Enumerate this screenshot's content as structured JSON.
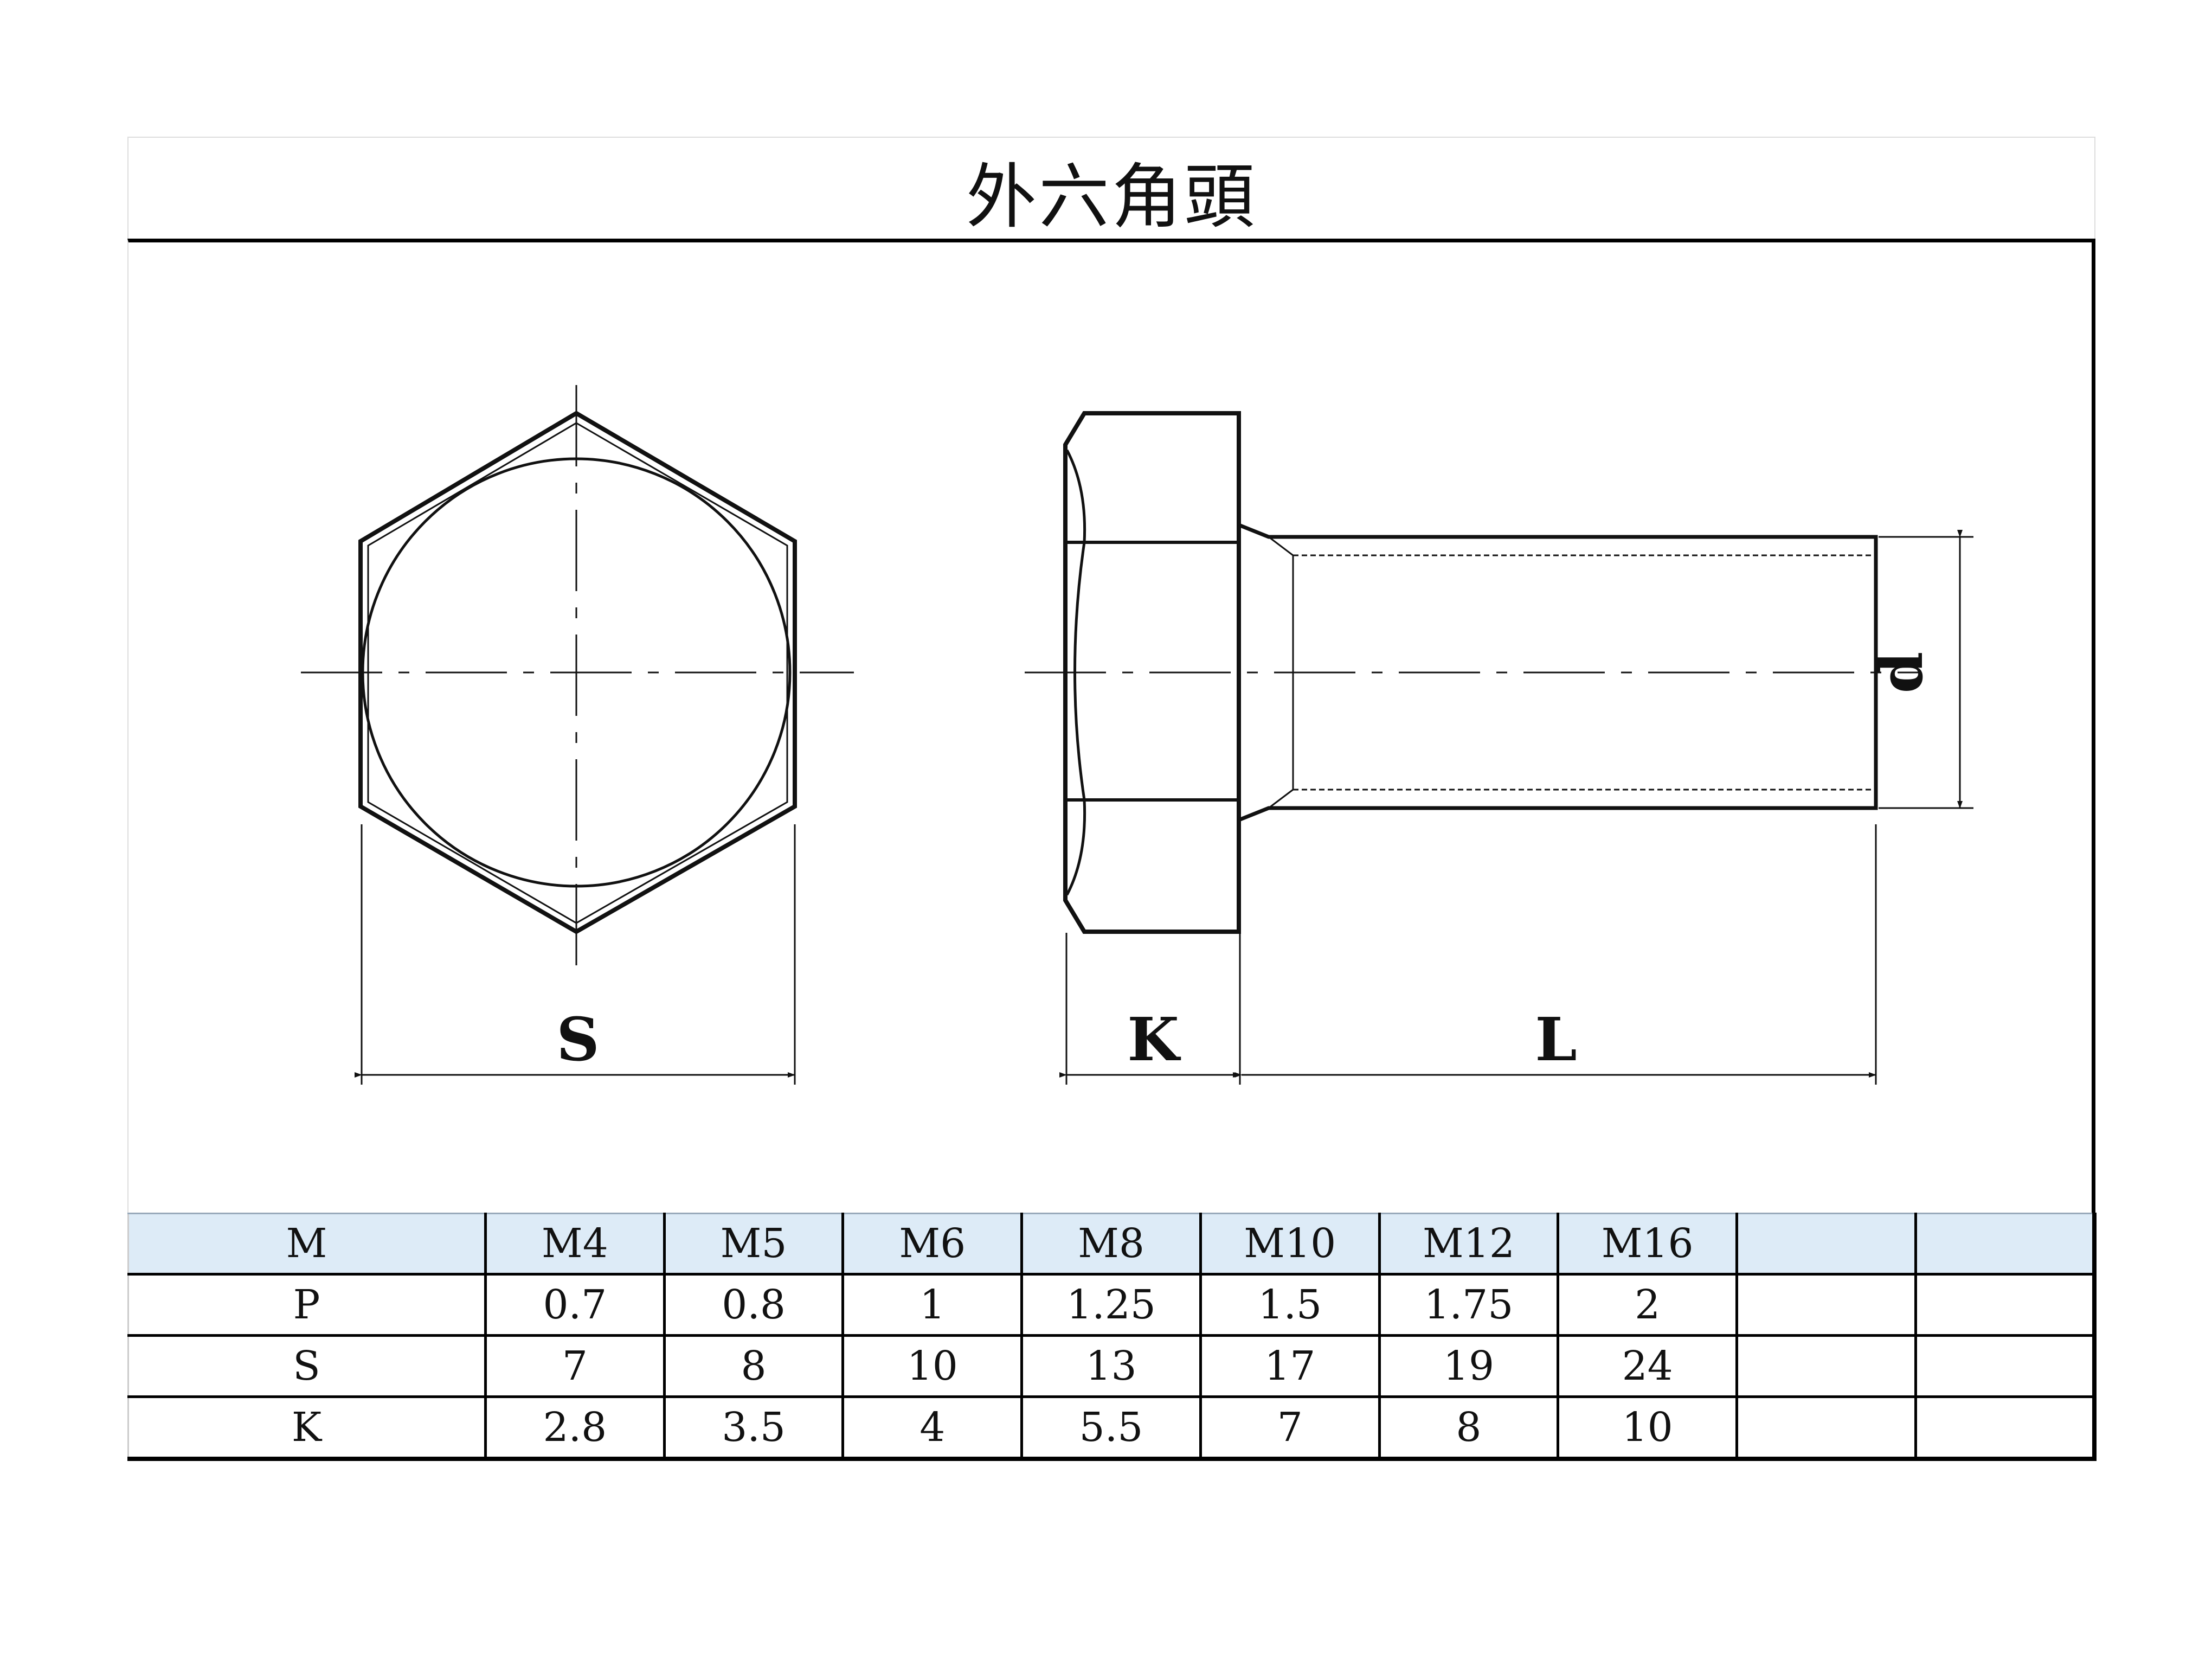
{
  "title": "外六角頭",
  "dimension_labels": {
    "s": "S",
    "k": "K",
    "l": "L",
    "d": "d"
  },
  "spec_table": {
    "row_headers": [
      "M",
      "P",
      "S",
      "K"
    ],
    "sizes": [
      "M4",
      "M5",
      "M6",
      "M8",
      "M10",
      "M12",
      "M16",
      "",
      ""
    ],
    "pitch": [
      "0.7",
      "0.8",
      "1",
      "1.25",
      "1.5",
      "1.75",
      "2",
      "",
      ""
    ],
    "width_across_flats": [
      "7",
      "8",
      "10",
      "13",
      "17",
      "19",
      "24",
      "",
      ""
    ],
    "head_height": [
      "2.8",
      "3.5",
      "4",
      "5.5",
      "7",
      "8",
      "10",
      "",
      ""
    ]
  },
  "colors": {
    "line": "#111111",
    "header_fill": "#ddebf7"
  }
}
